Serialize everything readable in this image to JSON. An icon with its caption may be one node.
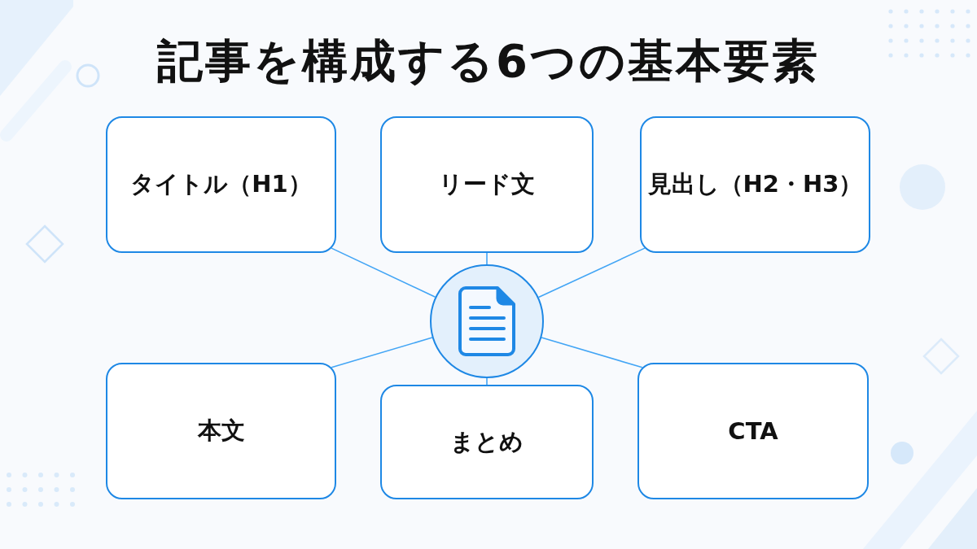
{
  "diagram": {
    "title": "記事を構成する6つの基本要素",
    "nodes": [
      {
        "text": [
          "タイトル（H1）"
        ]
      },
      {
        "text": [
          "リード文"
        ]
      },
      {
        "text": [
          "見出し（H2・H3）"
        ]
      },
      {
        "text": [],
        "shape": "circle"
      },
      {
        "text": [
          "本文"
        ]
      },
      {
        "text": [
          "まとめ"
        ]
      },
      {
        "text": [
          "CTA"
        ]
      }
    ],
    "edges": [
      {
        "from": 3,
        "to": 0,
        "arrow": "none"
      },
      {
        "from": 3,
        "to": 1,
        "arrow": "none"
      },
      {
        "from": 3,
        "to": 2,
        "arrow": "none"
      },
      {
        "from": 3,
        "to": 4,
        "arrow": "none"
      },
      {
        "from": 3,
        "to": 5,
        "arrow": "none"
      },
      {
        "from": 3,
        "to": 6,
        "arrow": "none"
      }
    ]
  }
}
